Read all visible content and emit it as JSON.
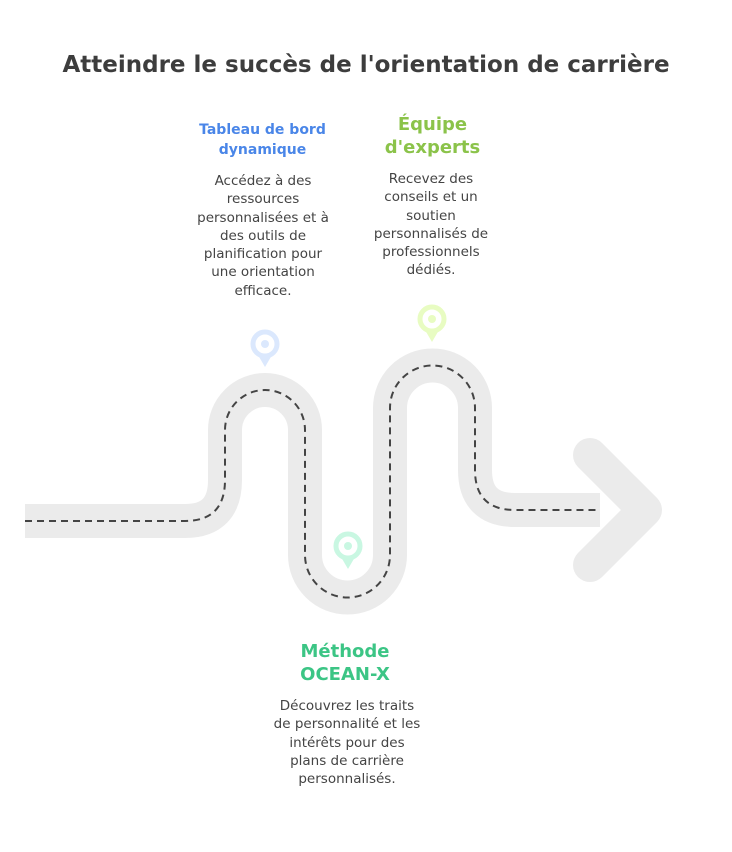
{
  "title": "Atteindre le succès de l'orientation de carrière",
  "steps": [
    {
      "heading": "Tableau de bord dynamique",
      "description": "Accédez à des ressources personnalisées et à des outils de planification pour une orientation efficace.",
      "color": "#4a86e8",
      "pin_color": "#dbe8fd"
    },
    {
      "heading": "Méthode OCEAN-X",
      "description": "Découvrez les traits de personnalité et les intérêts pour des plans de carrière personnalisés.",
      "color": "#3cc585",
      "pin_color": "#c9f7e2"
    },
    {
      "heading": "Équipe d'experts",
      "description": "Recevez des conseils et un soutien personnalisés de professionnels dédiés.",
      "color": "#8bc34a",
      "pin_color": "#e8fcc2"
    }
  ]
}
